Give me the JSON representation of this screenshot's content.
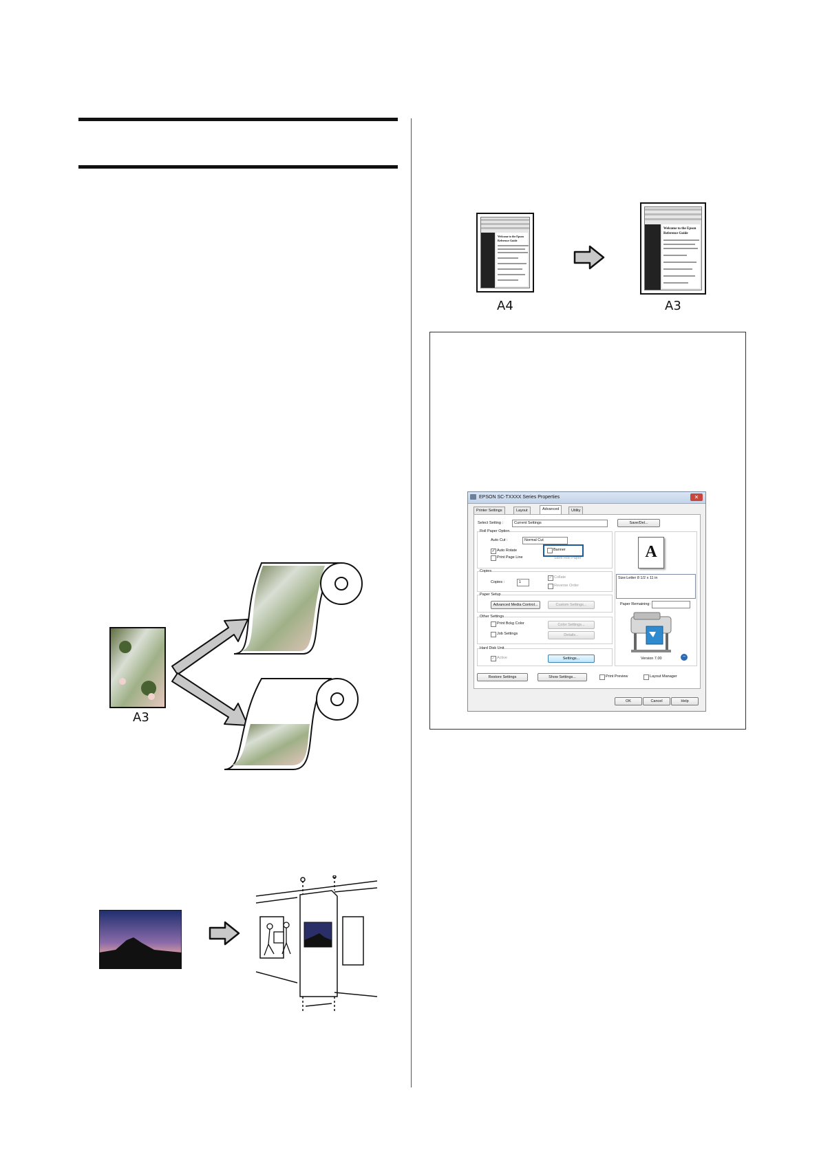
{
  "labels": {
    "a4": "A4",
    "a3_top": "A3",
    "a3_left": "A3"
  },
  "mini_page": {
    "title_line1": "Welcome to the Epson",
    "title_line2": "Reference Guide"
  },
  "dialog": {
    "title": "EPSON SC-TXXXX Series Properties",
    "close": "✕",
    "tabs": [
      "Printer Settings",
      "Layout",
      "Advanced",
      "Utility"
    ],
    "select_setting_label": "Select Setting :",
    "select_setting_value": "Current Settings",
    "save_del": "Save/Del...",
    "roll_paper_option": "Roll Paper Option",
    "auto_cut_label": "Auto Cut :",
    "auto_cut_value": "Normal Cut",
    "banner": "Banner",
    "auto_rotate": "Auto Rotate",
    "print_page_line": "Print Page Line",
    "save_roll_paper": "Save Roll Paper",
    "copies_group": "Copies",
    "copies_label": "Copies :",
    "copies_value": "1",
    "collate": "Collate",
    "reverse_order": "Reverse Order",
    "paper_setup": "Paper Setup",
    "advanced_media_control": "Advanced Media Control...",
    "custom_settings": "Custom Settings...",
    "other_settings": "Other Settings",
    "print_bckg_color": "Print Bckg Color",
    "color_settings": "Color Settings...",
    "job_settings": "Job Settings",
    "details": "Details...",
    "hard_disk_unit": "Hard Disk Unit",
    "active": "Active",
    "settings": "Settings...",
    "preview_letter": "A",
    "size_text": "Size:Letter 8 1/2 x 11 in",
    "paper_remaining": "Paper Remaining:",
    "version": "Version 7.00",
    "restore_settings": "Restore Settings",
    "show_settings": "Show Settings...",
    "print_preview": "Print Preview",
    "layout_manager": "Layout Manager",
    "ok": "OK",
    "cancel": "Cancel",
    "help": "Help"
  },
  "colors": {
    "highlight_box": "#1a5a96",
    "arrow_fill": "#c8c8c8"
  }
}
